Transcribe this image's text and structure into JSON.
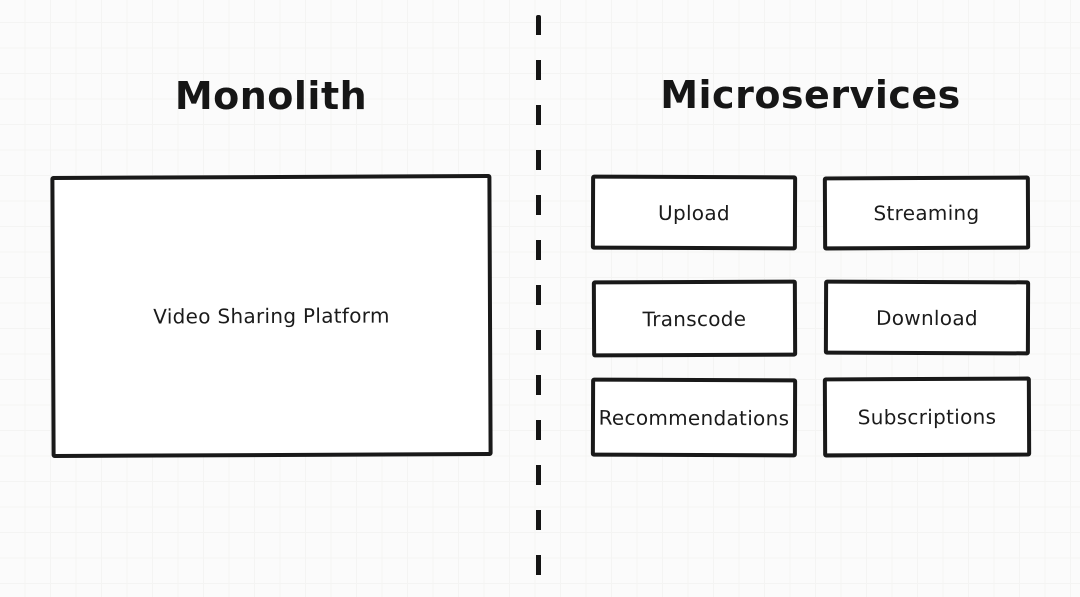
{
  "canvas": {
    "background_color": "#fbfbfb",
    "grid_minor_color": "#f4f4f3",
    "grid_major_color": "#eaeae9",
    "ink_color": "#191919"
  },
  "left_panel": {
    "title": "Monolith",
    "box": {
      "label": "Video Sharing Platform"
    }
  },
  "divider": {
    "type": "vertical-dashed-line"
  },
  "right_panel": {
    "title": "Microservices",
    "boxes": [
      {
        "label": "Upload"
      },
      {
        "label": "Streaming"
      },
      {
        "label": "Transcode"
      },
      {
        "label": "Download"
      },
      {
        "label": "Recommendations"
      },
      {
        "label": "Subscriptions"
      }
    ]
  }
}
